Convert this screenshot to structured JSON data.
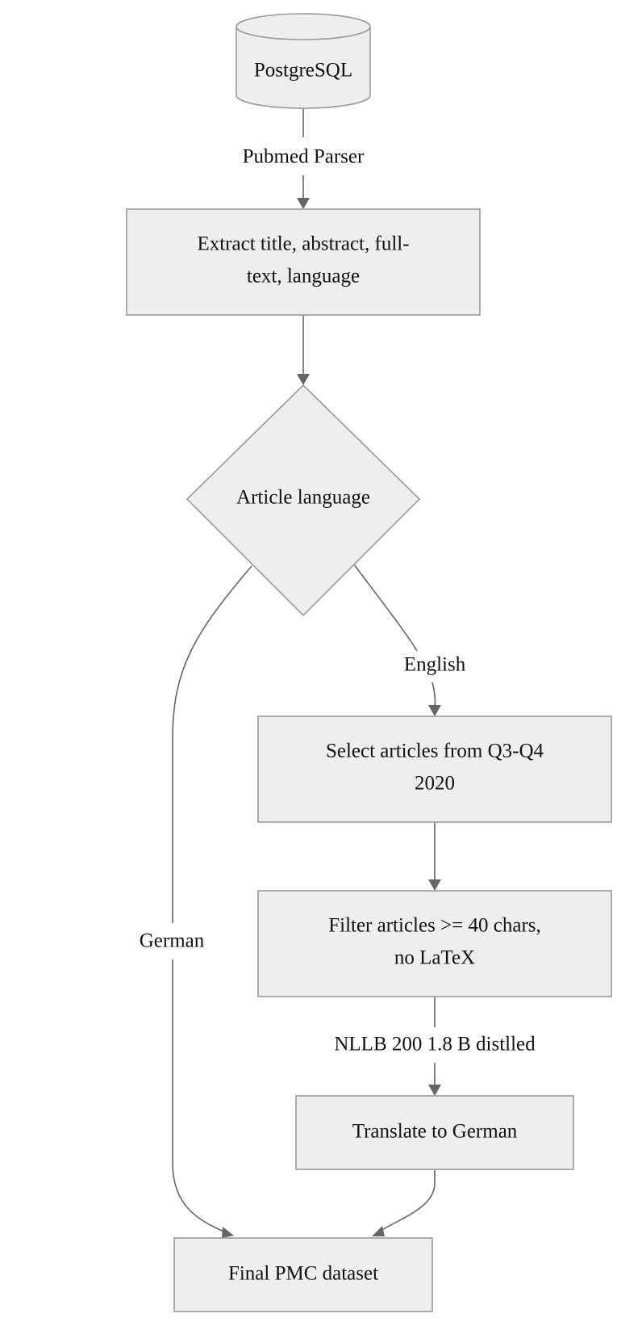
{
  "nodes": {
    "postgres": "PostgreSQL",
    "extract_line1": "Extract title, abstract, full-",
    "extract_line2": "text, language",
    "decision": "Article language",
    "select_line1": "Select articles from Q3-Q4",
    "select_line2": "2020",
    "filter_line1": "Filter articles >= 40 chars,",
    "filter_line2": "no LaTeX",
    "translate": "Translate to German",
    "final": "Final PMC dataset"
  },
  "edges": {
    "pubmed_parser": "Pubmed Parser",
    "english": "English",
    "german": "German",
    "nllb": "NLLB 200 1.8 B distlled"
  },
  "colors": {
    "node_fill": "#eeeeee",
    "node_stroke": "#9a9a9a",
    "edge": "#666666",
    "text": "#111111"
  }
}
